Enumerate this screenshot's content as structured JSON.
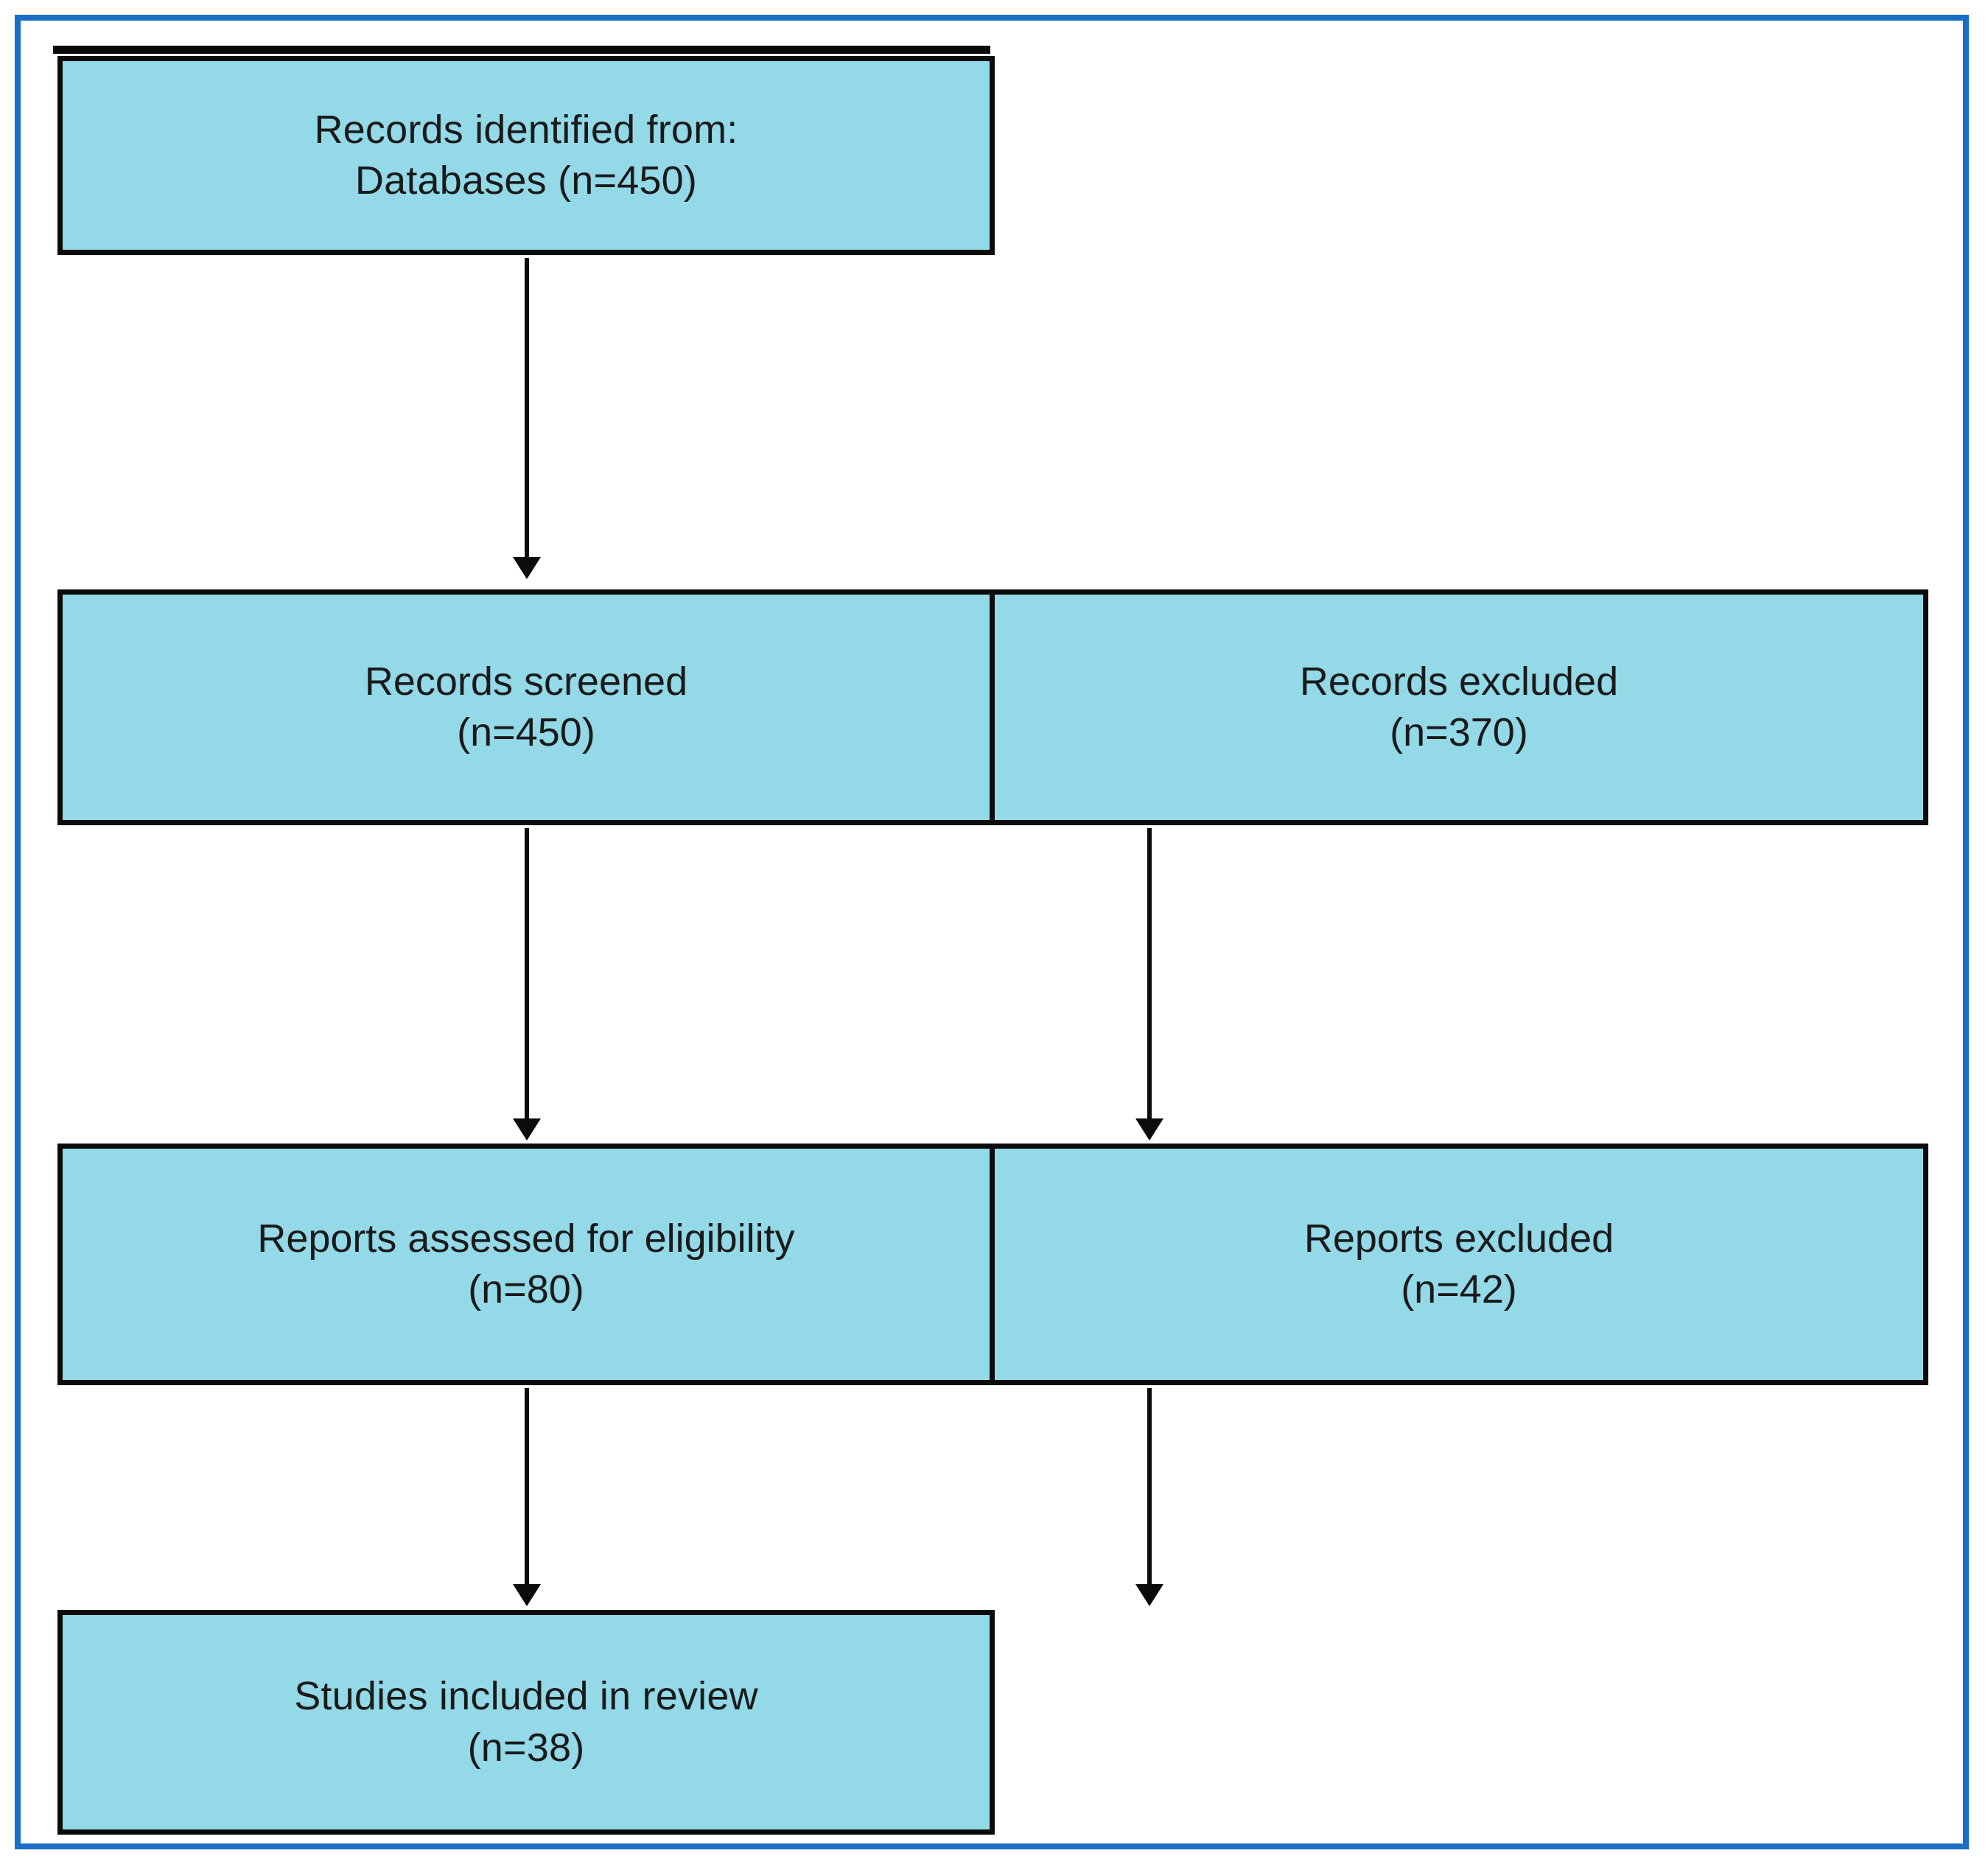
{
  "diagram": {
    "type": "prisma-flow-diagram",
    "frame_color": "#1a6ec3",
    "box_fill_color": "#93d9e8",
    "box_border_color": "#0b0b0b",
    "text_color": "#1a1a1a",
    "nodes": {
      "identification": {
        "id": "records-identified",
        "label": "Records identified from:\nDatabases (n=450)",
        "count": 450
      },
      "screening": {
        "included": {
          "id": "records-screened",
          "label": "Records screened\n(n=450)",
          "count": 450
        },
        "excluded": {
          "id": "records-excluded",
          "label": "Records excluded\n(n=370)",
          "count": 370
        }
      },
      "eligibility": {
        "included": {
          "id": "reports-assessed",
          "label": "Reports assessed for eligibility\n(n=80)",
          "count": 80
        },
        "excluded": {
          "id": "reports-excluded",
          "label": "Reports excluded\n(n=42)",
          "count": 42
        }
      },
      "included": {
        "id": "studies-included",
        "label": "Studies included in review\n(n=38)",
        "count": 38
      }
    },
    "edges": [
      {
        "from": "records-identified",
        "to": "records-screened"
      },
      {
        "from": "records-screened",
        "to": "reports-assessed"
      },
      {
        "from": "records-excluded",
        "to": "reports-excluded"
      },
      {
        "from": "reports-assessed",
        "to": "studies-included"
      },
      {
        "from": "reports-excluded",
        "to": "end"
      }
    ]
  }
}
